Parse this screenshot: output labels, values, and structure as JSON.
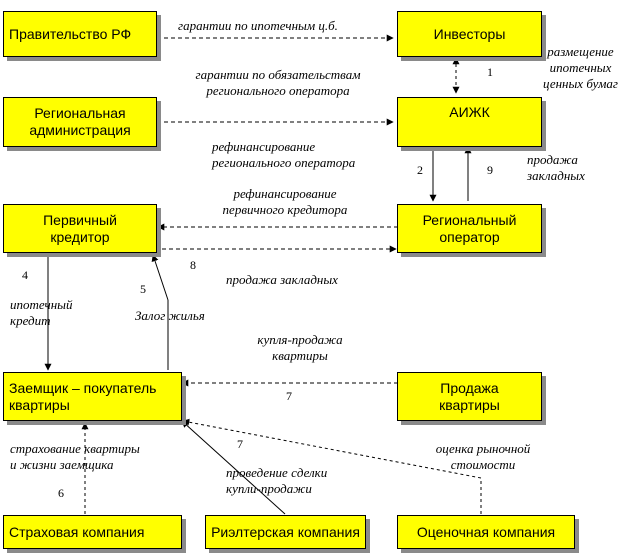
{
  "nodes": {
    "government": "Правительство РФ",
    "investors": "Инвесторы",
    "regional_admin": [
      "Региональная",
      "администрация"
    ],
    "aijk": "АИЖК",
    "primary_creditor": [
      "Первичный",
      "кредитор"
    ],
    "regional_operator": [
      "Региональный",
      "оператор"
    ],
    "borrower": [
      "Заемщик – покупатель",
      "квартиры"
    ],
    "apartment_sale": [
      "Продажа",
      "квартиры"
    ],
    "insurance_company": "Страховая компания",
    "realtor_company": "Риэлтерская компания",
    "appraisal_company": "Оценочная компания"
  },
  "labels": {
    "guarantees_mortgage": "гарантии по ипотечным ц.б.",
    "placement": [
      "размещение",
      "ипотечных",
      "ценных бумаг"
    ],
    "guarantees_operator": [
      "гарантии по обязательствам",
      "регионального оператора"
    ],
    "refinancing_operator": [
      "рефинансирование",
      "регионального оператора"
    ],
    "sale_mortgages_1": [
      "продажа",
      "закладных"
    ],
    "refinancing_primary": [
      "рефинансирование",
      "первичного кредитора"
    ],
    "sale_mortgages_2": "продажа закладных",
    "mortgage_credit": [
      "ипотечный",
      "кредит"
    ],
    "housing_pledge": "Залог жилья",
    "purchase_sale": [
      "купля-продажа",
      "квартиры"
    ],
    "insurance": [
      "страхование квартиры",
      "и жизни заемщика"
    ],
    "conduct_deal": [
      "проведение сделки",
      "купли-продажи"
    ],
    "market_value": [
      "оценка рыночной",
      "стоимости"
    ]
  },
  "numbers": {
    "n1": "1",
    "n2": "2",
    "n9": "9",
    "n8": "8",
    "n4": "4",
    "n5": "5",
    "n7a": "7",
    "n7b": "7",
    "n6": "6"
  }
}
